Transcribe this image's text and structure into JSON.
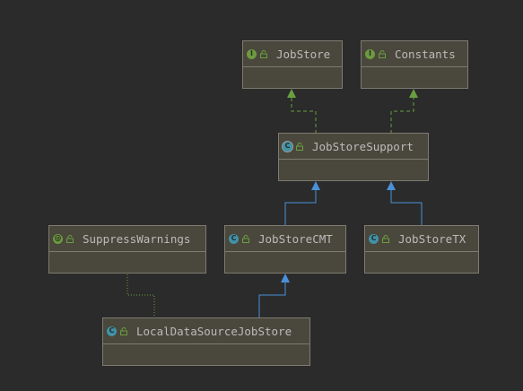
{
  "colors": {
    "background": "#2b2b2b",
    "node_fill": "#4a473c",
    "node_border": "#7d7b72",
    "text": "#bbbbbb",
    "interface_badge": "#6c9b3f",
    "class_badge": "#3f93a6",
    "implements_edge": "#6a9f3f",
    "extends_edge": "#4a90d9",
    "annotation_edge": "#6a9f3f",
    "lock_icon": "#6a9f3f"
  },
  "nodes": {
    "jobstore": {
      "name": "JobStore",
      "kind": "interface",
      "badge": "I",
      "icon": "interface-icon"
    },
    "constants": {
      "name": "Constants",
      "kind": "interface",
      "badge": "I",
      "icon": "interface-icon"
    },
    "jobstoresupport": {
      "name": "JobStoreSupport",
      "kind": "abstract-class",
      "badge": "C",
      "icon": "abstract-class-icon"
    },
    "suppresswarnings": {
      "name": "SuppressWarnings",
      "kind": "annotation",
      "badge": "@",
      "icon": "annotation-icon"
    },
    "jobstorecmt": {
      "name": "JobStoreCMT",
      "kind": "class",
      "badge": "C",
      "icon": "class-icon"
    },
    "jobstoretx": {
      "name": "JobStoreTX",
      "kind": "class",
      "badge": "C",
      "icon": "class-icon"
    },
    "localdatasourcejobstore": {
      "name": "LocalDataSourceJobStore",
      "kind": "class",
      "badge": "C",
      "icon": "class-icon"
    }
  },
  "edges": [
    {
      "from": "jobstoresupport",
      "to": "jobstore",
      "type": "implements"
    },
    {
      "from": "jobstoresupport",
      "to": "constants",
      "type": "implements"
    },
    {
      "from": "jobstorecmt",
      "to": "jobstoresupport",
      "type": "extends"
    },
    {
      "from": "jobstoretx",
      "to": "jobstoresupport",
      "type": "extends"
    },
    {
      "from": "localdatasourcejobstore",
      "to": "jobstorecmt",
      "type": "extends"
    },
    {
      "from": "localdatasourcejobstore",
      "to": "suppresswarnings",
      "type": "annotated-by"
    }
  ]
}
